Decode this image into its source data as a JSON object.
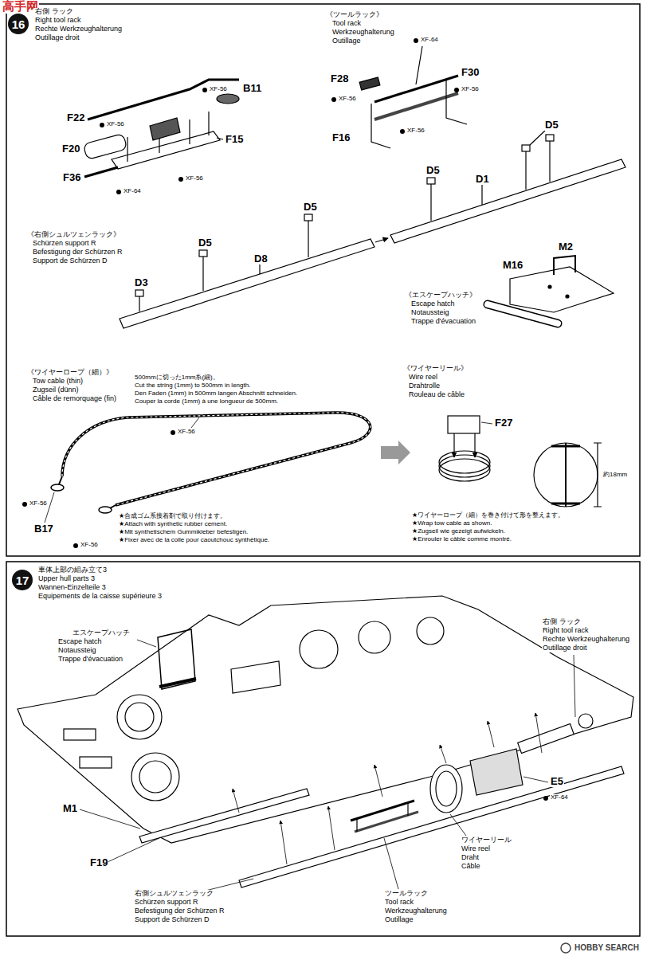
{
  "diagram": {
    "nodes": [
      {
        "text": [
          "16"
        ]
      },
      {
        "text": [
          "17"
        ]
      }
    ],
    "labels": [
      "高手网",
      "右側 ラック",
      "Right tool rack",
      "Rechte Werkzeughalterung",
      "Outillage droit",
      "XF-56",
      "B11",
      "XF-56",
      "F22",
      "F20",
      "F36",
      "F15",
      "XF-56",
      "XF-64",
      "《ツールラック》",
      "Tool rack",
      "Werkzeughalterung",
      "Outillage",
      "XF-64",
      "F28",
      "F30",
      "XF-56",
      "XF-56",
      "F16",
      "XF-56",
      "D5",
      "D5",
      "D1",
      "D5",
      "D5",
      "D8",
      "《右側シュルツェンラック》",
      "Schürzen support R",
      "Befestigung der Schürzen R",
      "Support de Schürzen D",
      "D3",
      "M2",
      "M16",
      "《エスケープハッチ》",
      "Escape hatch",
      "Notaussteig",
      "Trappe d'évacuation",
      "《ワイヤーロープ（細）》",
      "Tow cable (thin)",
      "Zugseil (dünn)",
      "Câble de remorquage (fin)",
      "500mmに切った1mm糸(細)。",
      "Cut the string (1mm) to 500mm in length.",
      "Den Faden (1mm) in 500mm langen Abschnitt schneiden.",
      "Couper la corde (1mm) à une longueur de 500mm.",
      "XF-56",
      "XF-56",
      "B17",
      "XF-56",
      "★合成ゴム系接着剤で取り付けます。",
      "★Attach with synthetic rubber cement.",
      "★Mit synthetischem Gummikleber befestigen.",
      "★Fixer avec de la colle pour caoutchouc synthétique.",
      "《ワイヤーリール》",
      "Wire reel",
      "Drahtrolle",
      "Rouleau de câble",
      "F27",
      "約18mm",
      "★ワイヤーロープ（細）を巻き付けて形を整えます。",
      "★Wrap tow cable as shown.",
      "★Zugseil wie gezeigt aufwickeln.",
      "★Enrouler le câble comme montré.",
      "車体上部の組み立て3",
      "Upper hull parts 3",
      "Wannen-Einzelteile 3",
      "Equipements de la caisse supérieure 3",
      "エスケープハッチ",
      "Escape hatch",
      "Notaussteig",
      "Trappe d'évacuation",
      "右側 ラック",
      "Right tool rack",
      "Rechte Werkzeughalterung",
      "Outillage droit",
      "M1",
      "F19",
      "E5",
      "XF-64",
      "ワイヤーリール",
      "Wire reel",
      "Draht",
      "Câble",
      "右側シュルツェンラック",
      "Schürzen support R",
      "Befestigung der Schürzen R",
      "Support de Schürzen D",
      "ツールラック",
      "Tool rack",
      "Werkzeughalterung",
      "Outillage",
      "HOBBY SEARCH"
    ]
  }
}
